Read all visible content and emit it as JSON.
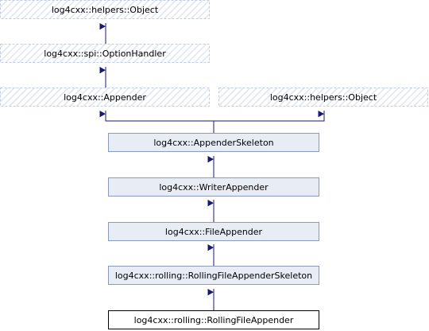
{
  "diagram": {
    "nodes": {
      "object_top": {
        "label": "log4cxx::helpers::Object",
        "style": "external"
      },
      "option_handler": {
        "label": "log4cxx::spi::OptionHandler",
        "style": "external"
      },
      "appender": {
        "label": "log4cxx::Appender",
        "style": "external"
      },
      "object_right": {
        "label": "log4cxx::helpers::Object",
        "style": "external"
      },
      "appender_skeleton": {
        "label": "log4cxx::AppenderSkeleton",
        "style": "class"
      },
      "writer_appender": {
        "label": "log4cxx::WriterAppender",
        "style": "class"
      },
      "file_appender": {
        "label": "log4cxx::FileAppender",
        "style": "class"
      },
      "rolling_skeleton": {
        "label": "log4cxx::rolling::RollingFileAppenderSkeleton",
        "style": "class"
      },
      "rolling_file_appender": {
        "label": "log4cxx::rolling::RollingFileAppender",
        "style": "current"
      }
    },
    "edges": [
      {
        "from": "option_handler",
        "to": "object_top"
      },
      {
        "from": "appender",
        "to": "option_handler"
      },
      {
        "from": "appender_skeleton",
        "to": "appender"
      },
      {
        "from": "appender_skeleton",
        "to": "object_right"
      },
      {
        "from": "writer_appender",
        "to": "appender_skeleton"
      },
      {
        "from": "file_appender",
        "to": "writer_appender"
      },
      {
        "from": "rolling_skeleton",
        "to": "file_appender"
      },
      {
        "from": "rolling_file_appender",
        "to": "rolling_skeleton"
      }
    ],
    "colors": {
      "edge": "#191970",
      "external_border": "#c3ccdf",
      "external_hatch": "#dfe4ef",
      "class_fill": "#e8edf5",
      "class_border": "#8a9ab8",
      "current_border": "#000000",
      "current_fill": "#ffffff"
    }
  }
}
